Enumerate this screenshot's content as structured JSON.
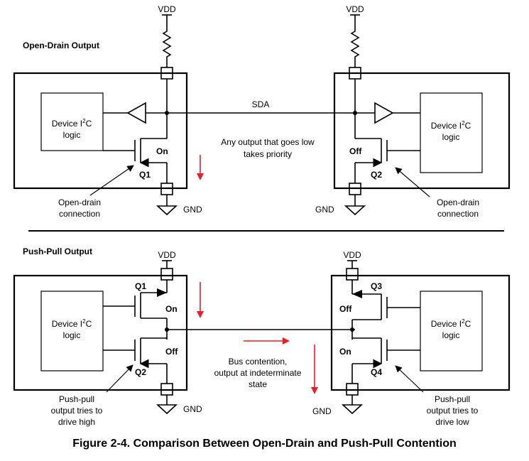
{
  "top_section": {
    "title": "Open-Drain Output",
    "vdd_left": "VDD",
    "vdd_right": "VDD",
    "gnd_left": "GND",
    "gnd_right": "GND",
    "sda": "SDA",
    "logic_left": [
      "Device I",
      "2",
      "C",
      "logic"
    ],
    "logic_right": [
      "Device I",
      "2",
      "C",
      "logic"
    ],
    "state_left": "On",
    "state_right": "Off",
    "q_left": "Q1",
    "q_right": "Q2",
    "note": [
      "Any output that goes low",
      "takes priority"
    ],
    "callout_left": [
      "Open-drain",
      "connection"
    ],
    "callout_right": [
      "Open-drain",
      "connection"
    ]
  },
  "bottom_section": {
    "title": "Push-Pull Output",
    "vdd_left": "VDD",
    "vdd_right": "VDD",
    "gnd_left": "GND",
    "gnd_right": "GND",
    "logic_left": [
      "Device I",
      "2",
      "C",
      "logic"
    ],
    "logic_right": [
      "Device I",
      "2",
      "C",
      "logic"
    ],
    "q1": "Q1",
    "q2": "Q2",
    "q3": "Q3",
    "q4": "Q4",
    "q1_state": "On",
    "q2_state": "Off",
    "q3_state": "Off",
    "q4_state": "On",
    "note": [
      "Bus contention,",
      "output at indeterminate",
      "state"
    ],
    "callout_left": [
      "Push-pull",
      "output tries to",
      "drive high"
    ],
    "callout_right": [
      "Push-pull",
      "output tries to",
      "drive low"
    ]
  },
  "caption": "Figure 2-4. Comparison Between Open-Drain and Push-Pull Contention",
  "colors": {
    "current_arrow": "#ee1c24",
    "line": "#000000"
  }
}
